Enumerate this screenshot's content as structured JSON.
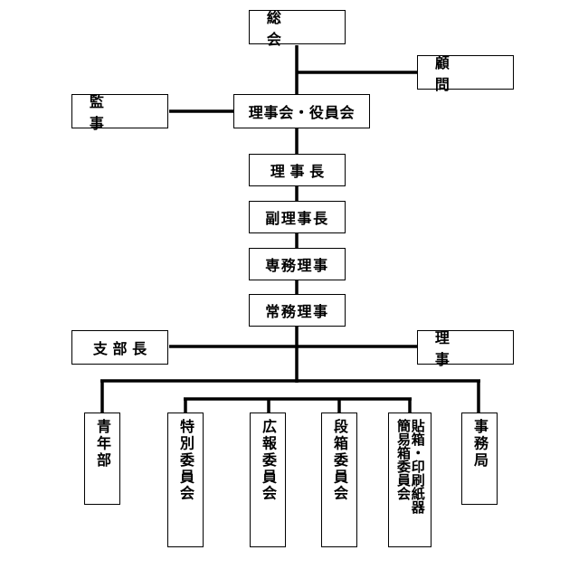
{
  "org": {
    "general_meeting": "総　会",
    "advisor": "顧　問",
    "auditor": "監　事",
    "board": "理事会・役員会",
    "chairman": "理事長",
    "vice_chairman": "副理事長",
    "senior_director": "専務理事",
    "managing_director": "常務理事",
    "branch_head": "支部長",
    "director": "理　事",
    "committees": [
      "青年部",
      "特別委員会",
      "広報委員会",
      "段箱委員会",
      "貼箱・印刷紙器\n簡易箱委員会",
      "事務局"
    ]
  }
}
